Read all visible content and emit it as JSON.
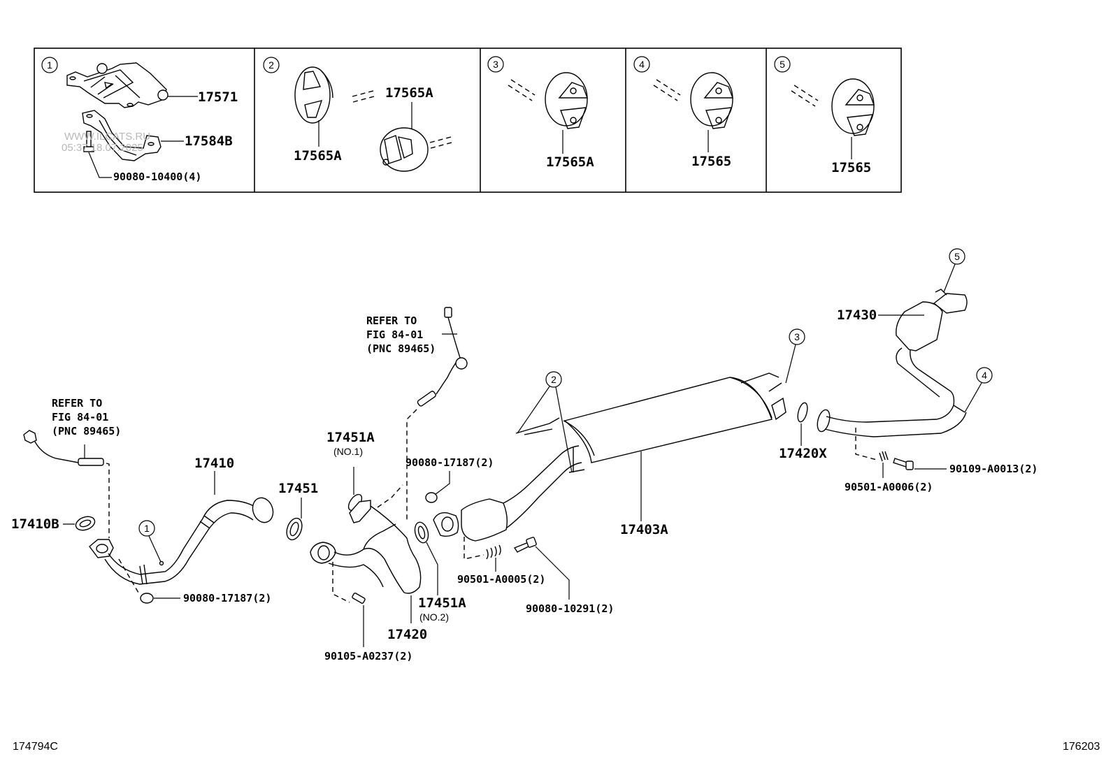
{
  "diagram": {
    "title_code_left": "174794C",
    "title_code_right": "176203",
    "watermark": {
      "line1": "WWW.ILCATS.RU",
      "line2": "05:37 18.07.2025"
    },
    "detail_panels": [
      {
        "ref": "1",
        "parts": [
          {
            "pnc": "17571"
          },
          {
            "pnc": "17584B"
          },
          {
            "pnc": "90080-10400(4)"
          }
        ]
      },
      {
        "ref": "2",
        "parts": [
          {
            "pnc": "17565A"
          },
          {
            "pnc": "17565A"
          }
        ]
      },
      {
        "ref": "3",
        "parts": [
          {
            "pnc": "17565A"
          }
        ]
      },
      {
        "ref": "4",
        "parts": [
          {
            "pnc": "17565"
          }
        ]
      },
      {
        "ref": "5",
        "parts": [
          {
            "pnc": "17565"
          }
        ]
      }
    ],
    "refer_notes": [
      {
        "line1": "REFER TO",
        "line2": "FIG 84-01",
        "line3": "(PNC 89465)"
      },
      {
        "line1": "REFER TO",
        "line2": "FIG 84-01",
        "line3": "(PNC 89465)"
      }
    ],
    "main_parts": {
      "p17410": "17410",
      "p17410B": "17410B",
      "p17451": "17451",
      "p17451A_1": "17451A",
      "p17451A_1_note": "(NO.1)",
      "p17451A_2": "17451A",
      "p17451A_2_note": "(NO.2)",
      "p17420": "17420",
      "p17403A": "17403A",
      "p17420X": "17420X",
      "p17430": "17430",
      "b90080_17187_left": "90080-17187(2)",
      "b90080_17187_mid": "90080-17187(2)",
      "b90105_A0237": "90105-A0237(2)",
      "s90501_A0005": "90501-A0005(2)",
      "b90080_10291": "90080-10291(2)",
      "s90501_A0006": "90501-A0006(2)",
      "b90109_A0013": "90109-A0013(2)"
    },
    "callouts": {
      "c1": "1",
      "c2": "2",
      "c3": "3",
      "c4": "4",
      "c5": "5"
    }
  }
}
